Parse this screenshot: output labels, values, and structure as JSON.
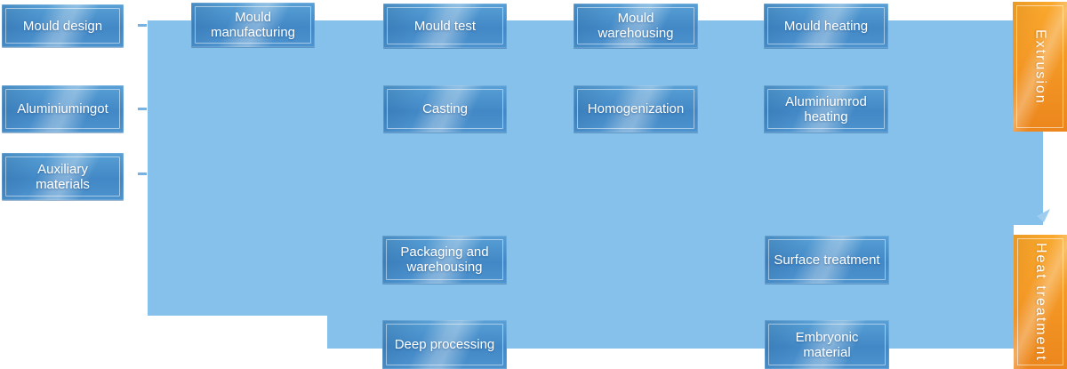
{
  "diagram": {
    "nodes": {
      "mould_design": "Mould design",
      "aluminium_ingot": "Aluminiumingot",
      "auxiliary_materials": "Auxiliary\nmaterials",
      "mould_manufacturing": "Mould\nmanufacturing",
      "mould_test": "Mould test",
      "casting": "Casting",
      "packaging_and_warehousing": "Packaging and\nwarehousing",
      "deep_processing": "Deep processing",
      "mould_warehousing": "Mould\nwarehousing",
      "homogenization": "Homogenization",
      "mould_heating": "Mould heating",
      "aluminium_rod_heating": "Aluminiumrod\nheating",
      "surface_treatment": "Surface treatment",
      "embryonic_material": "Embryonic\nmaterial"
    },
    "stages": {
      "extrusion": "Extrusion",
      "heat_treatment": "Heat treatment"
    },
    "colors": {
      "flow_fill": "#85c1ea",
      "connector_dash": "#79b2e1",
      "arrowhead": "#9ecdf0",
      "node_blue_top": "#58a0d6",
      "node_blue_bottom": "#4389c6",
      "stage_orange_top": "#f9a82d",
      "stage_orange_bottom": "#ec861d"
    }
  }
}
